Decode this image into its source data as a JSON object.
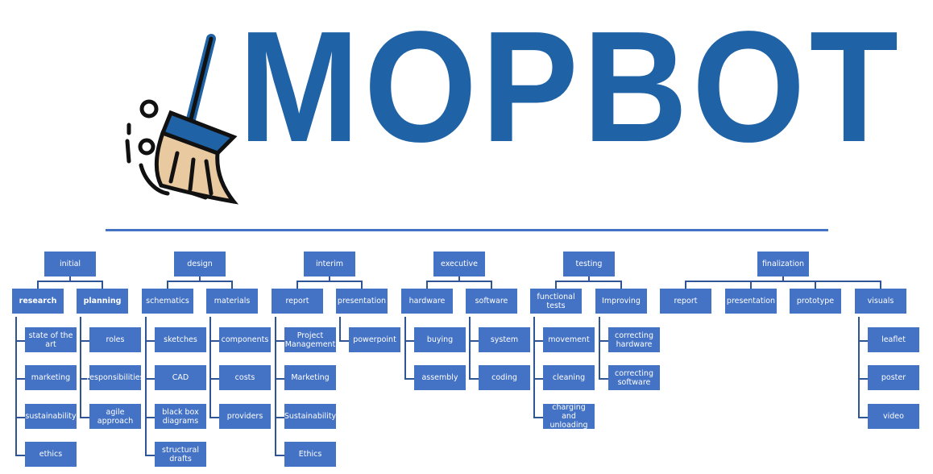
{
  "logo": {
    "text": "MOPBOT",
    "icon": "broom-icon",
    "colors": {
      "brand": "#1f63a6",
      "box": "#4472c4",
      "line": "#2f5597"
    }
  },
  "phases": [
    {
      "label": "initial",
      "children": [
        {
          "label": "research",
          "bold": true,
          "children": [
            "state of the art",
            "marketing",
            "sustainability",
            "ethics"
          ]
        },
        {
          "label": "planning",
          "bold": true,
          "children": [
            "roles",
            "responsibilities",
            "agile approach"
          ]
        }
      ]
    },
    {
      "label": "design",
      "children": [
        {
          "label": "schematics",
          "children": [
            "sketches",
            "CAD",
            "black box diagrams",
            "structural drafts"
          ]
        },
        {
          "label": "materials",
          "children": [
            "components",
            "costs",
            "providers"
          ]
        }
      ]
    },
    {
      "label": "interim",
      "children": [
        {
          "label": "report",
          "children": [
            "Project Management",
            "Marketing",
            "Sustainability",
            "Ethics"
          ]
        },
        {
          "label": "presentation",
          "children": [
            "powerpoint"
          ]
        }
      ]
    },
    {
      "label": "executive",
      "children": [
        {
          "label": "hardware",
          "children": [
            "buying",
            "assembly"
          ]
        },
        {
          "label": "software",
          "children": [
            "system",
            "coding"
          ]
        }
      ]
    },
    {
      "label": "testing",
      "children": [
        {
          "label": "functional tests",
          "children": [
            "movement",
            "cleaning",
            "charging and unloading"
          ]
        },
        {
          "label": "Improving",
          "children": [
            "correcting hardware",
            "correcting software"
          ]
        }
      ]
    },
    {
      "label": "finalization",
      "children": [
        {
          "label": "report",
          "children": []
        },
        {
          "label": "presentation",
          "children": []
        },
        {
          "label": "prototype",
          "children": []
        },
        {
          "label": "visuals",
          "children": [
            "leaflet",
            "poster",
            "video"
          ]
        }
      ]
    }
  ]
}
